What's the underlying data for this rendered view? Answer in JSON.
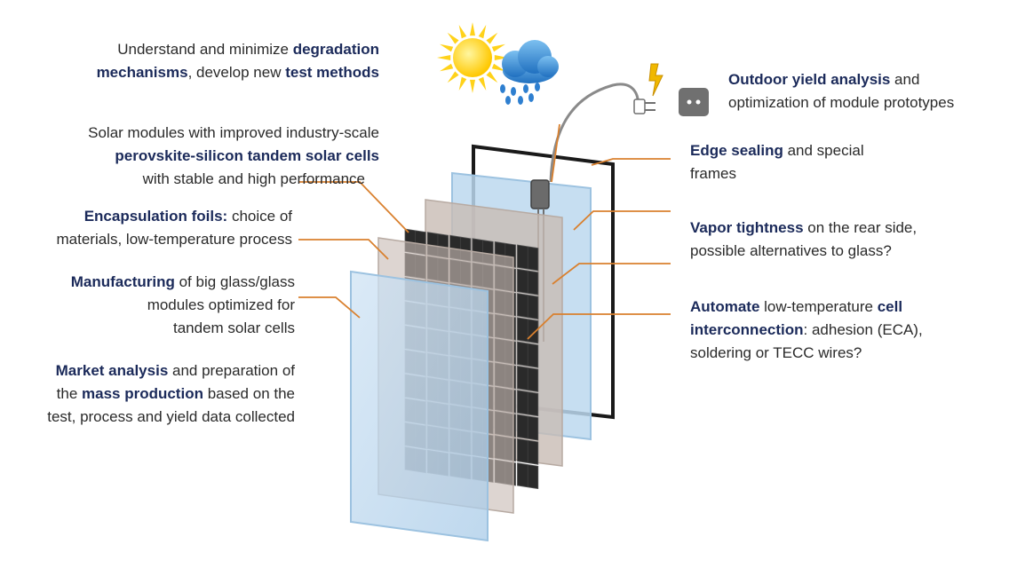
{
  "left_annotations": [
    {
      "id": "degradation",
      "lines": [
        [
          {
            "t": "Understand and minimize ",
            "b": false
          },
          {
            "t": "degradation",
            "b": true
          }
        ],
        [
          {
            "t": "mechanisms",
            "b": true
          },
          {
            "t": ", develop new ",
            "b": false
          },
          {
            "t": "test methods",
            "b": true
          }
        ]
      ]
    },
    {
      "id": "modules",
      "lines": [
        [
          {
            "t": "Solar modules with improved industry-scale",
            "b": false
          }
        ],
        [
          {
            "t": "perovskite-silicon tandem solar cells",
            "b": true
          }
        ],
        [
          {
            "t": "with stable and high performance",
            "b": false
          }
        ]
      ]
    },
    {
      "id": "encapsulation",
      "lines": [
        [
          {
            "t": "Encapsulation foils:",
            "b": true
          },
          {
            "t": " choice of",
            "b": false
          }
        ],
        [
          {
            "t": "materials, low-temperature process",
            "b": false
          }
        ]
      ]
    },
    {
      "id": "manufacturing",
      "lines": [
        [
          {
            "t": "Manufacturing",
            "b": true
          },
          {
            "t": " of big glass/glass",
            "b": false
          }
        ],
        [
          {
            "t": "modules optimized for",
            "b": false
          }
        ],
        [
          {
            "t": "tandem solar cells",
            "b": false
          }
        ]
      ]
    },
    {
      "id": "market",
      "lines": [
        [
          {
            "t": "Market analysis",
            "b": true
          },
          {
            "t": " and preparation of",
            "b": false
          }
        ],
        [
          {
            "t": "the ",
            "b": false
          },
          {
            "t": "mass production",
            "b": true
          },
          {
            "t": " based on the",
            "b": false
          }
        ],
        [
          {
            "t": "test, process and yield data collected",
            "b": false
          }
        ]
      ]
    }
  ],
  "right_annotations": [
    {
      "id": "outdoor",
      "lines": [
        [
          {
            "t": "Outdoor yield analysis",
            "b": true
          },
          {
            "t": " and",
            "b": false
          }
        ],
        [
          {
            "t": "optimization of module prototypes",
            "b": false
          }
        ]
      ]
    },
    {
      "id": "edge",
      "lines": [
        [
          {
            "t": "Edge sealing",
            "b": true
          },
          {
            "t": " and special",
            "b": false
          }
        ],
        [
          {
            "t": "frames",
            "b": false
          }
        ]
      ]
    },
    {
      "id": "vapor",
      "lines": [
        [
          {
            "t": "Vapor tightness",
            "b": true
          },
          {
            "t": " on the rear side,",
            "b": false
          }
        ],
        [
          {
            "t": "possible alternatives to glass?",
            "b": false
          }
        ]
      ]
    },
    {
      "id": "automate",
      "lines": [
        [
          {
            "t": "Automate",
            "b": true
          },
          {
            "t": " low-temperature ",
            "b": false
          },
          {
            "t": "cell",
            "b": true
          }
        ],
        [
          {
            "t": "interconnection",
            "b": true
          },
          {
            "t": ": adhesion (ECA),",
            "b": false
          }
        ],
        [
          {
            "t": "soldering or TECC wires?",
            "b": false
          }
        ]
      ]
    }
  ],
  "icons": [
    "sun-icon",
    "rain-cloud-icon",
    "lightning-icon",
    "power-plug-icon",
    "power-socket-icon"
  ],
  "colors": {
    "bold_text": "#1b2a5a",
    "leader_line": "#d9802e",
    "glass": "#bcd8ee",
    "foil": "#c8bcb4",
    "cell": "#2a2a2a",
    "sun": "#ffd21a",
    "cloud": "#3a8fd8",
    "lightning": "#f0b800"
  }
}
